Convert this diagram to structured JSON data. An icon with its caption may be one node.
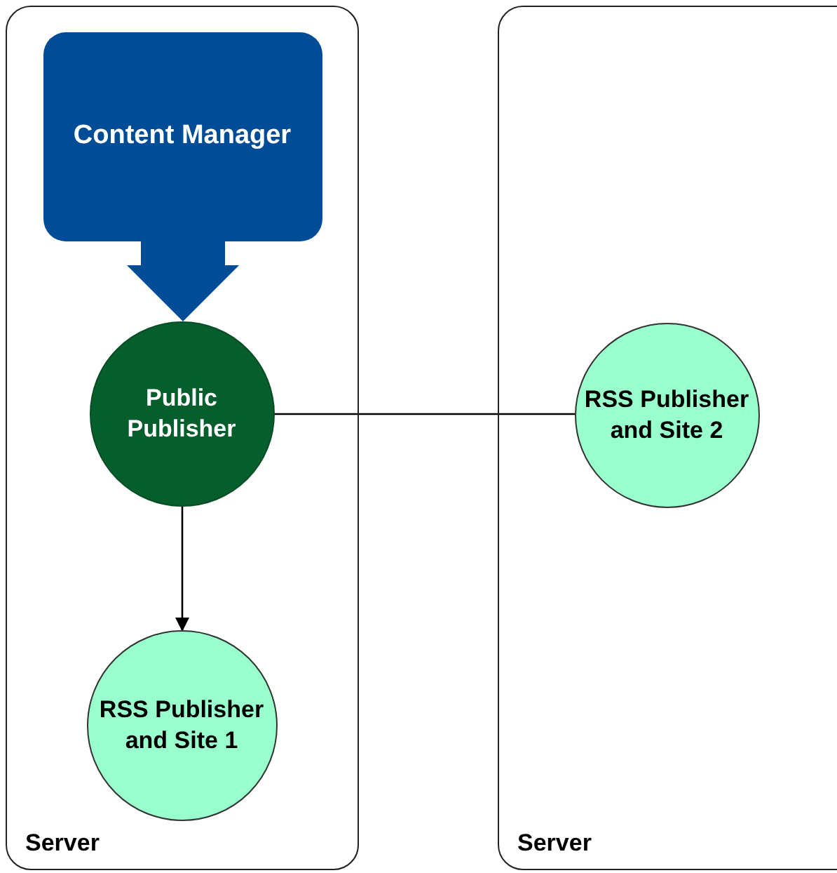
{
  "diagram": {
    "nodes": [
      {
        "text": [
          "Server"
        ]
      },
      {
        "text": [
          "Content Manager"
        ],
        "in": 0
      },
      {
        "text": [
          "Public Publisher"
        ],
        "in": 0
      },
      {
        "text": [
          "RSS Publisher and Site 1"
        ],
        "in": 0
      },
      {
        "text": [
          "Server"
        ]
      },
      {
        "text": [
          "RSS Publisher and Site 2"
        ],
        "in": 4
      }
    ],
    "edges": [
      {
        "from": 1,
        "to": 2,
        "arrow": "to",
        "style": "thick",
        "color": "#004c97"
      },
      {
        "from": 2,
        "to": 3,
        "arrow": "to"
      },
      {
        "from": 2,
        "to": 5,
        "arrow": "none"
      }
    ]
  }
}
